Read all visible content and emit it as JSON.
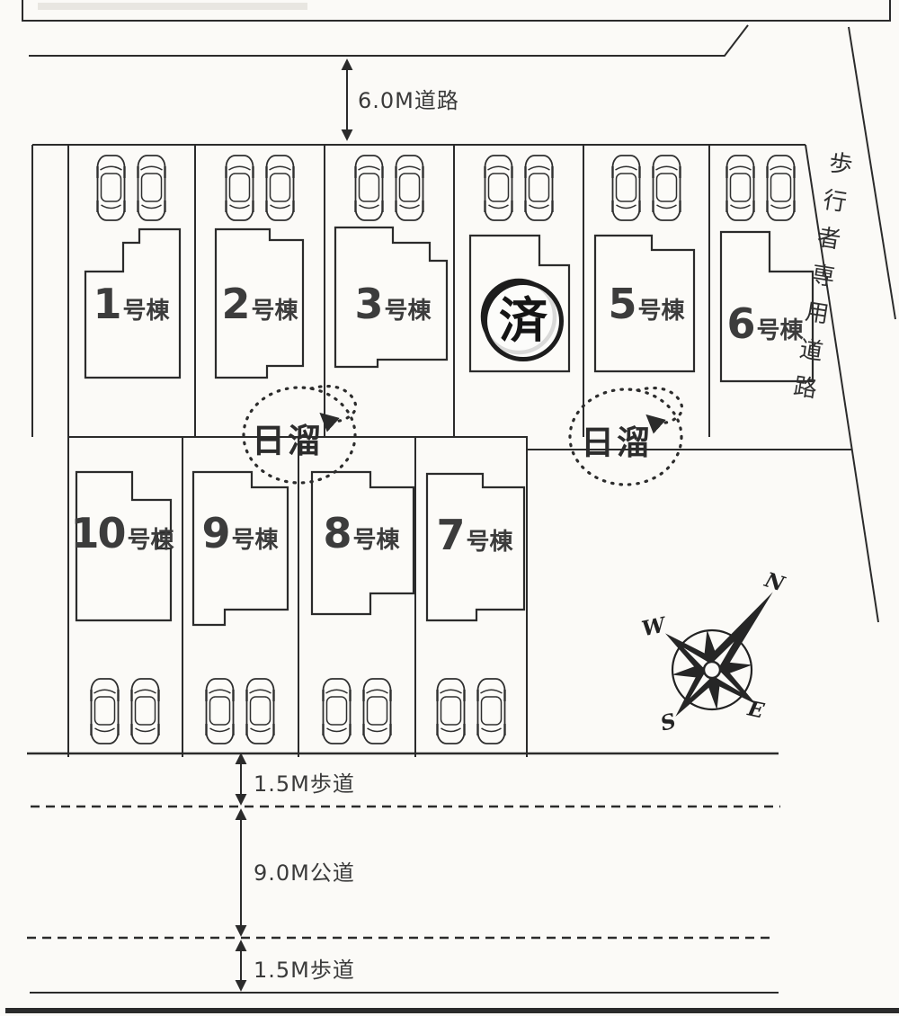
{
  "plan": {
    "top_road_label": "6.0M道路",
    "pedestrian_road_label": "歩行者専用道路",
    "upper_sidewalk_label": "1.5M歩道",
    "public_road_label": "9.0M公道",
    "lower_sidewalk_label": "1.5M歩道",
    "unit_suffix": "号棟",
    "sun_spot_labels": [
      "日溜",
      "日溜"
    ]
  },
  "lots": {
    "top_row": [
      {
        "number": "1"
      },
      {
        "number": "2"
      },
      {
        "number": "3"
      },
      {
        "sold_label": "済"
      },
      {
        "number": "5"
      },
      {
        "number": "6"
      }
    ],
    "bottom_row": [
      {
        "number": "10"
      },
      {
        "number": "9"
      },
      {
        "number": "8"
      },
      {
        "number": "7"
      }
    ]
  },
  "compass": {
    "north": "N",
    "west": "W",
    "south": "S",
    "east": "E"
  }
}
